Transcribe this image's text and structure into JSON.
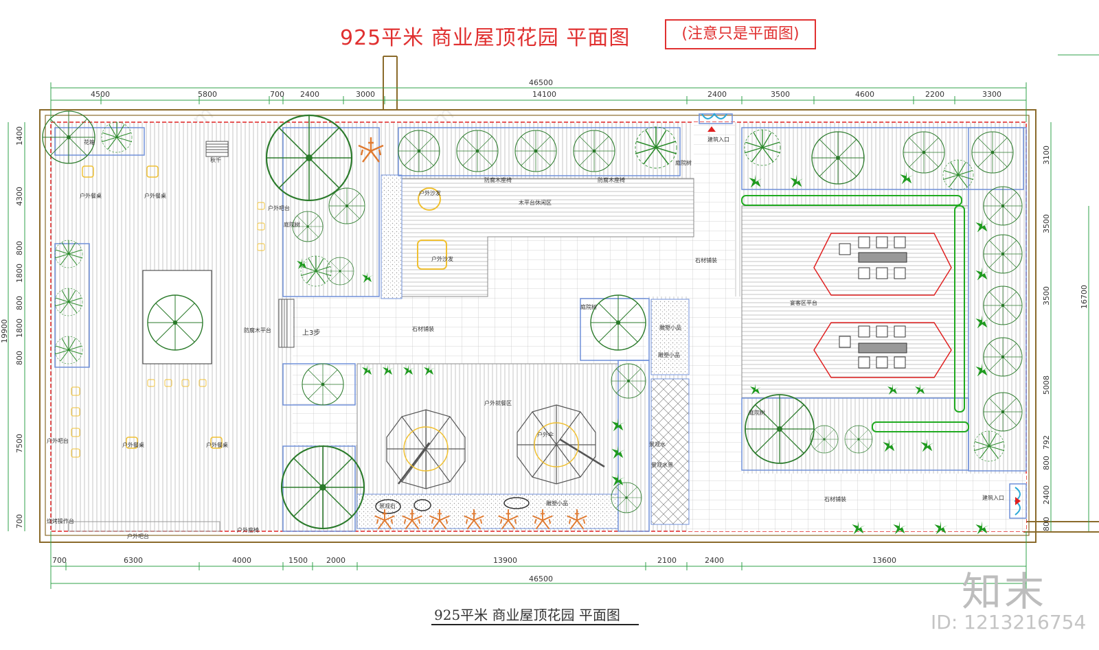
{
  "header": {
    "title": "925平米 商业屋顶花园 平面图",
    "note": "(注意只是平面图)"
  },
  "footer": {
    "caption": "925平米 商业屋顶花园 平面图",
    "brand": "知末",
    "id_label": "ID: 1213216754"
  },
  "dimensions": {
    "top_total": "46500",
    "top_inner": "14100",
    "top": [
      "4500",
      "5800",
      "700",
      "2400",
      "3000",
      "2400",
      "3500",
      "4600",
      "2200",
      "3300"
    ],
    "bottom": [
      "700",
      "6300",
      "4000",
      "1500",
      "2000",
      "13900",
      "2100",
      "2400",
      "13600"
    ],
    "bottom_total": "46500",
    "left": [
      "1400",
      "4300",
      "800",
      "1800",
      "800",
      "1800",
      "800",
      "7500",
      "700"
    ],
    "left_total": "19900",
    "right": [
      "3100",
      "3500",
      "3500",
      "5008",
      "792",
      "800",
      "2400",
      "800"
    ],
    "right_total": "16700"
  },
  "labels": {
    "planter": "花箱",
    "swing": "秋千",
    "outdoor_table_1": "户外餐桌",
    "outdoor_table_2": "户外餐桌",
    "outdoor_table_3": "户外餐桌",
    "outdoor_table_4": "户外餐桌",
    "outdoor_bar_1": "户外吧台",
    "outdoor_bar_2": "户外吧台",
    "outdoor_bar_3": "户外吧台",
    "wood_platform": "防腐木平台",
    "courtyard_tree_1": "庭院树",
    "courtyard_tree_2": "庭院树",
    "courtyard_tree_3": "庭院树",
    "courtyard_tree_4": "庭院树",
    "outdoor_sofa_1": "户外沙发",
    "outdoor_sofa_2": "户外沙发",
    "wood_bench_1": "防腐木座椅",
    "wood_bench_2": "防腐木座椅",
    "leisure_area": "木平台休闲区",
    "building_entrance_top": "建筑入口",
    "building_entrance_right": "建筑入口",
    "stone_paving_1": "石材铺装",
    "stone_paving_2": "石材铺装",
    "stone_paving_3": "石材铺装",
    "up_steps": "上3步",
    "dining_area": "户外就餐区",
    "outdoor_umbrella": "户外伞",
    "scene_stone": "景观石",
    "sculpture_1": "雕塑小品",
    "sculpture_2": "雕塑小品",
    "sculpture_3": "雕塑小品",
    "landscape_water_1": "景观水",
    "landscape_water_2": "景观水景",
    "banquet_platform": "宴客区平台",
    "bbq_station": "烧烤操作台",
    "outdoor_bench": "户外座椅"
  },
  "colors": {
    "title_red": "#e03030",
    "boundary_red": "#e02020",
    "tree_green": "#2a8a2a",
    "shrub_green": "#1faa1f",
    "wall_blue": "#6f8fd8",
    "furniture_yellow": "#f0c030",
    "flower_orange": "#e07a30",
    "frame_brown": "#8a6a2a",
    "dimension_green": "#2fa24a"
  }
}
